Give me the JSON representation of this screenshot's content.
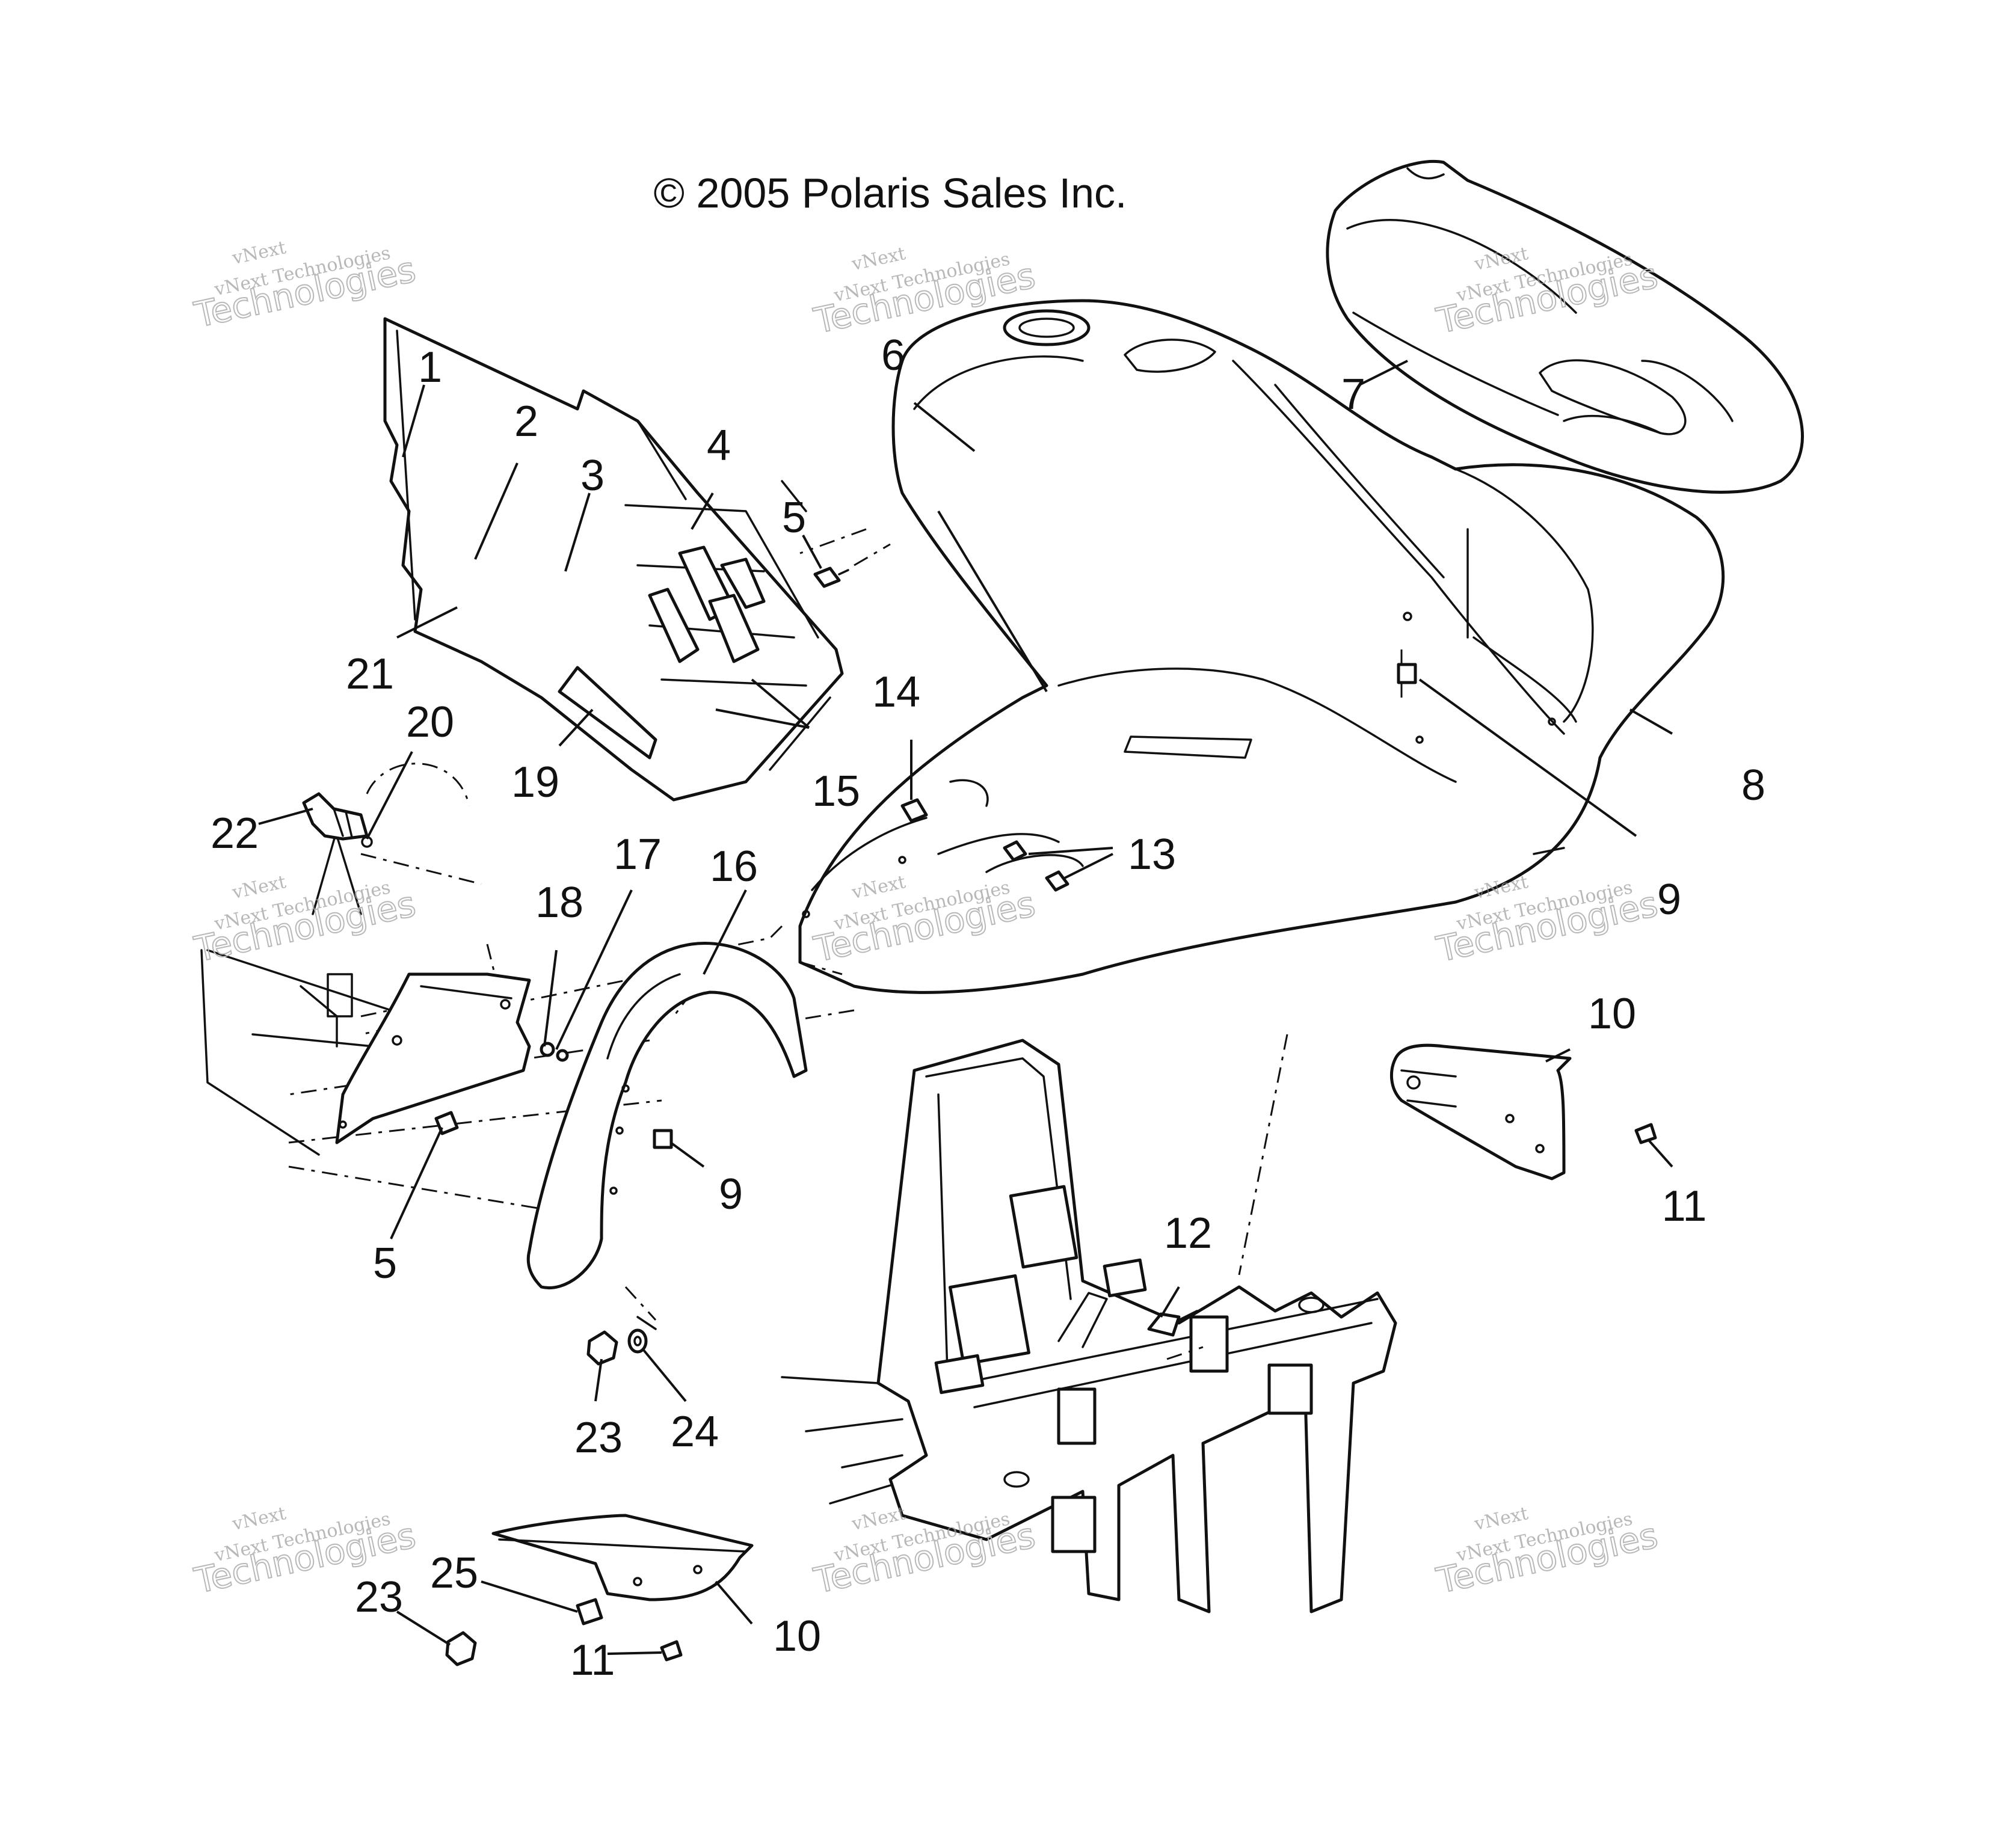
{
  "copyright": "© 2005 Polaris Sales Inc.",
  "watermark": {
    "line1": "vNext",
    "line2": "vNext Technologies",
    "line3": "Technologies"
  },
  "callouts": [
    {
      "id": "c1",
      "label": "1"
    },
    {
      "id": "c2",
      "label": "2"
    },
    {
      "id": "c3",
      "label": "3"
    },
    {
      "id": "c4",
      "label": "4"
    },
    {
      "id": "c5a",
      "label": "5"
    },
    {
      "id": "c5b",
      "label": "5"
    },
    {
      "id": "c6",
      "label": "6"
    },
    {
      "id": "c7",
      "label": "7"
    },
    {
      "id": "c8",
      "label": "8"
    },
    {
      "id": "c9a",
      "label": "9"
    },
    {
      "id": "c9b",
      "label": "9"
    },
    {
      "id": "c10a",
      "label": "10"
    },
    {
      "id": "c10b",
      "label": "10"
    },
    {
      "id": "c11a",
      "label": "11"
    },
    {
      "id": "c11b",
      "label": "11"
    },
    {
      "id": "c12",
      "label": "12"
    },
    {
      "id": "c13",
      "label": "13"
    },
    {
      "id": "c14",
      "label": "14"
    },
    {
      "id": "c15",
      "label": "15"
    },
    {
      "id": "c16",
      "label": "16"
    },
    {
      "id": "c17",
      "label": "17"
    },
    {
      "id": "c18",
      "label": "18"
    },
    {
      "id": "c19",
      "label": "19"
    },
    {
      "id": "c20",
      "label": "20"
    },
    {
      "id": "c21",
      "label": "21"
    },
    {
      "id": "c22",
      "label": "22"
    },
    {
      "id": "c23a",
      "label": "23"
    },
    {
      "id": "c23b",
      "label": "23"
    },
    {
      "id": "c24",
      "label": "24"
    },
    {
      "id": "c25",
      "label": "25"
    }
  ]
}
